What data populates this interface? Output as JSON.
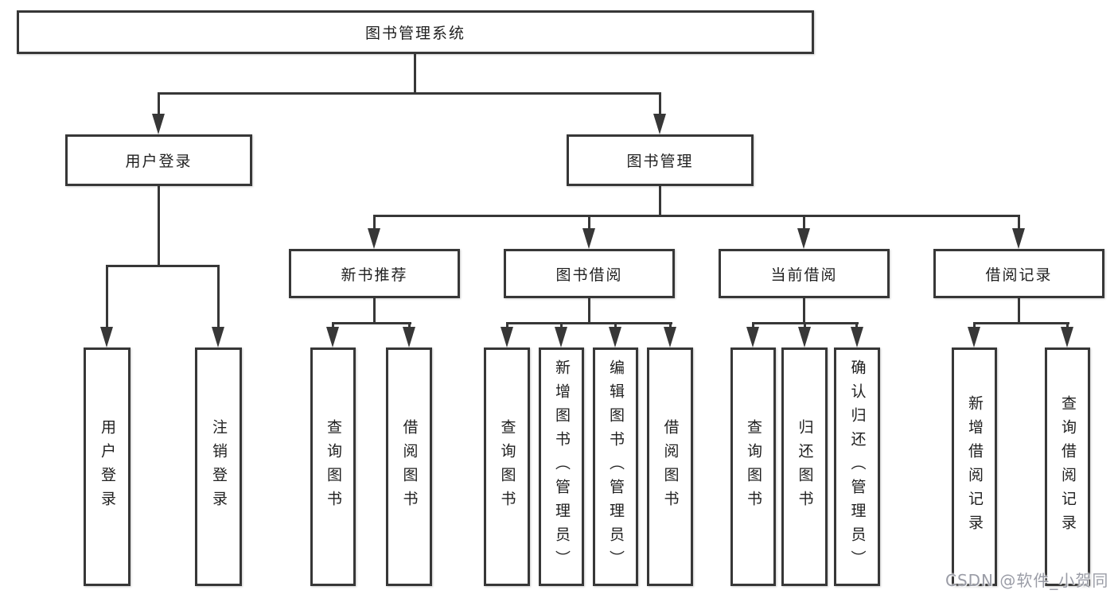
{
  "tree": {
    "root": "图书管理系统",
    "branches": [
      {
        "label": "用户登录",
        "children": [
          "用户登录",
          "注销登录"
        ]
      },
      {
        "label": "图书管理",
        "children": [
          {
            "label": "新书推荐",
            "children": [
              "查询图书",
              "借阅图书"
            ]
          },
          {
            "label": "图书借阅",
            "children": [
              "查询图书",
              "新增图书（管理员）",
              "编辑图书（管理员）",
              "借阅图书"
            ]
          },
          {
            "label": "当前借阅",
            "children": [
              "查询图书",
              "归还图书",
              "确认归还（管理员）"
            ]
          },
          {
            "label": "借阅记录",
            "children": [
              "新增借阅记录",
              "查询借阅记录"
            ]
          }
        ]
      }
    ]
  },
  "watermark": "CSDN @软件_小贺同学",
  "colors": {
    "line": "#373737",
    "text": "#1f1f1f",
    "watermark": "#9a9ca6",
    "background": "#ffffff"
  }
}
